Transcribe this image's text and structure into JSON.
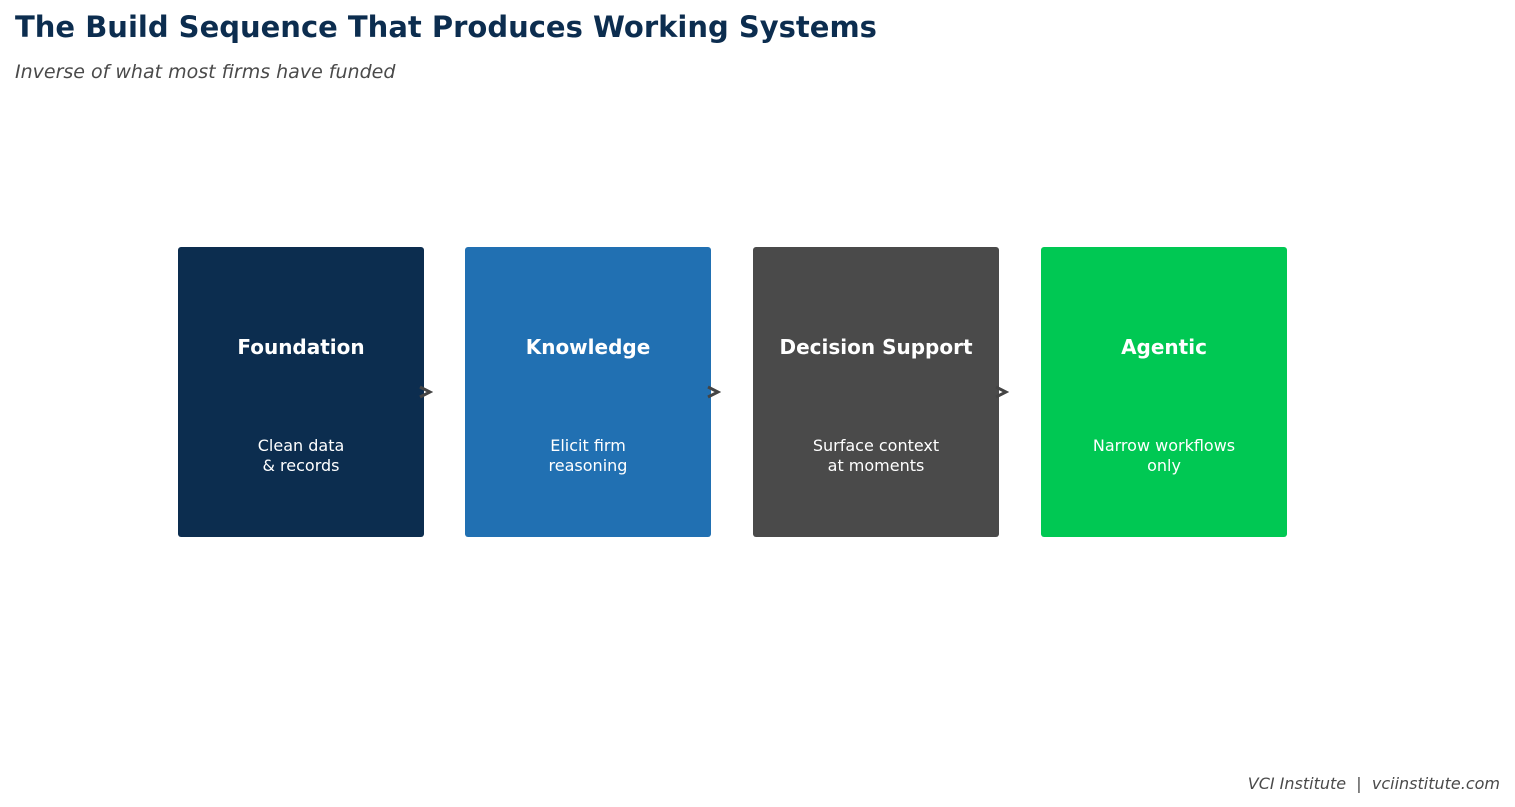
{
  "title": "The Build Sequence That Produces Working Systems",
  "subtitle": "Inverse of what most firms have funded",
  "stages": [
    {
      "title": "Foundation",
      "desc": "Clean data\n& records",
      "color": "#0c2d4f"
    },
    {
      "title": "Knowledge",
      "desc": "Elicit firm\nreasoning",
      "color": "#2170b2"
    },
    {
      "title": "Decision Support",
      "desc": "Surface context\nat moments",
      "color": "#4a4a4a"
    },
    {
      "title": "Agentic",
      "desc": "Narrow workflows\nonly",
      "color": "#00c853"
    }
  ],
  "footer": "VCI Institute  |  vciinstitute.com"
}
